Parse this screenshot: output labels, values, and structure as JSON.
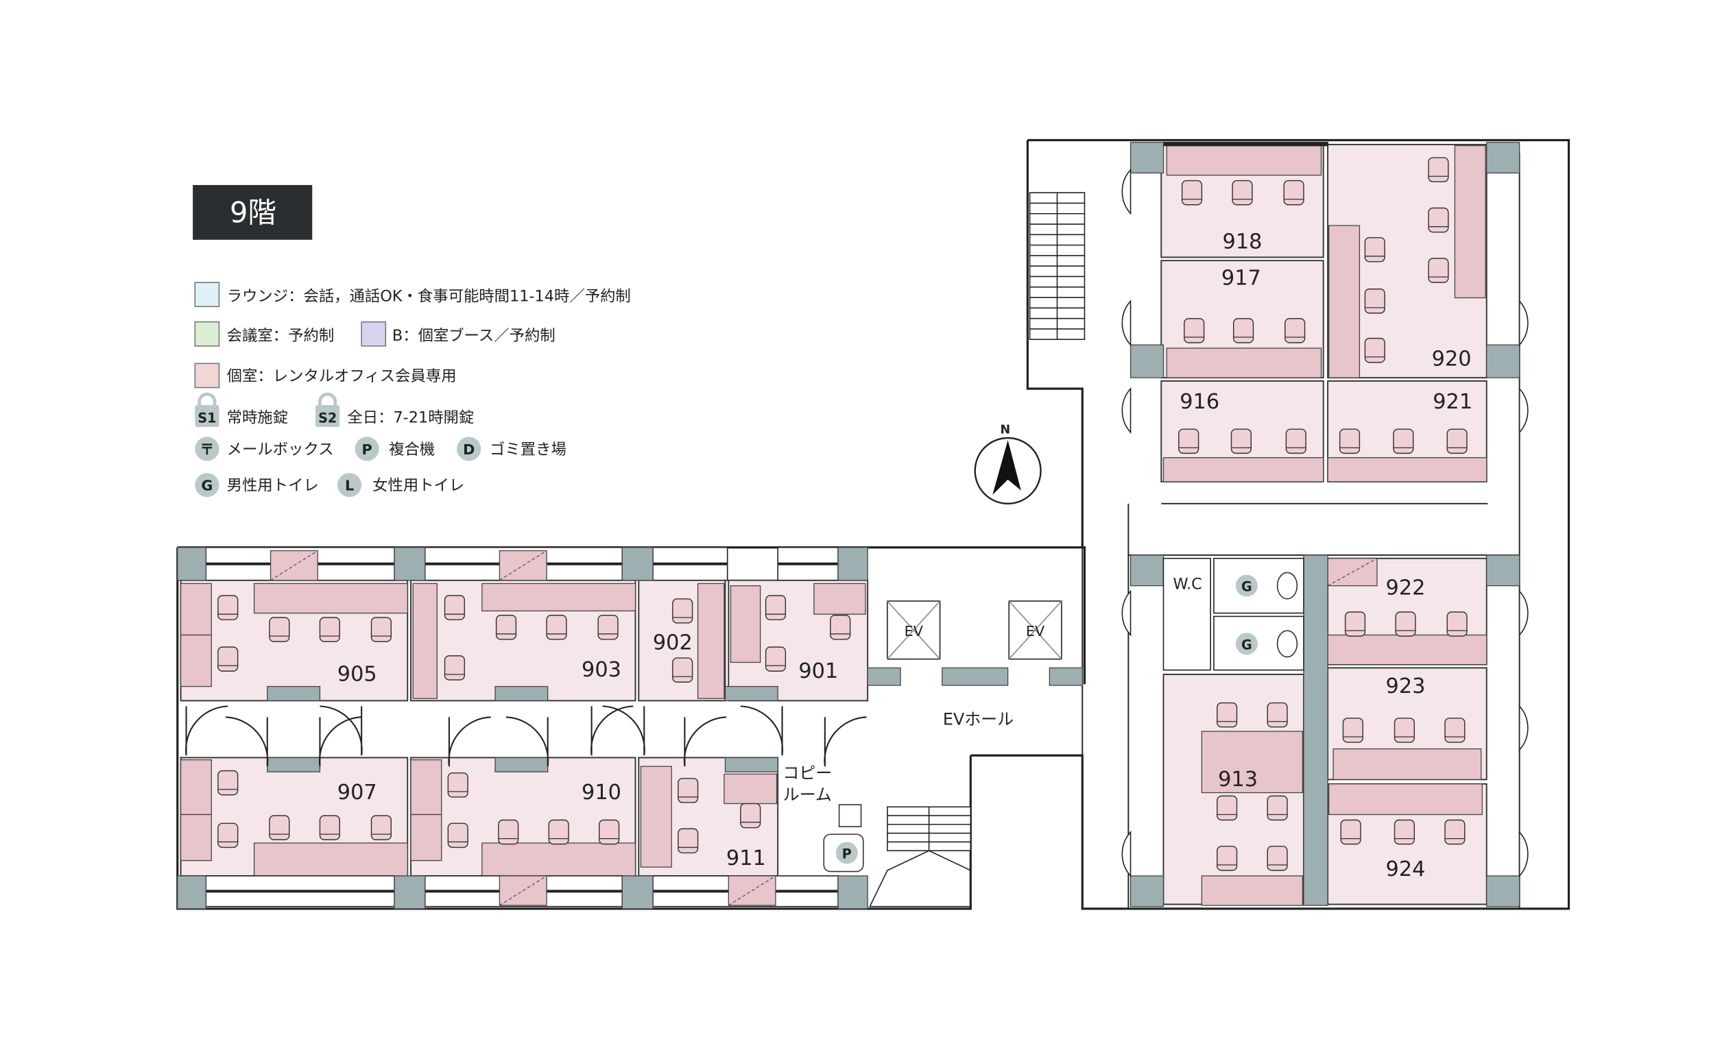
{
  "floor_title": "9階",
  "legend": {
    "lounge": {
      "text": "ラウンジ：会話，通話OK・食事可能時間11-14時／予約制",
      "color": "#dff0f7"
    },
    "meeting": {
      "text": "会議室：予約制",
      "color": "#dcefd4"
    },
    "booth": {
      "text": "B：個室ブース／予約制",
      "color": "#dad3ef"
    },
    "private": {
      "text": "個室：レンタルオフィス会員専用",
      "color": "#f1d6d5"
    },
    "s1": {
      "badge": "S1",
      "text": "常時施錠"
    },
    "s2": {
      "badge": "S2",
      "text": "全日：7-21時開錠"
    },
    "mailbox": {
      "badge": "〒",
      "text": "メールボックス"
    },
    "printer": {
      "badge": "P",
      "text": "複合機"
    },
    "trash": {
      "badge": "D",
      "text": "ゴミ置き場"
    },
    "men_wc": {
      "badge": "G",
      "text": "男性用トイレ"
    },
    "women_wc": {
      "badge": "L",
      "text": "女性用トイレ"
    }
  },
  "compass": "N",
  "rooms": {
    "r901": "901",
    "r902": "902",
    "r903": "903",
    "r905": "905",
    "r907": "907",
    "r910": "910",
    "r911": "911",
    "r913": "913",
    "r916": "916",
    "r917": "917",
    "r918": "918",
    "r920": "920",
    "r921": "921",
    "r922": "922",
    "r923": "923",
    "r924": "924"
  },
  "areas": {
    "ev1": "EV",
    "ev2": "EV",
    "ev_hall": "EVホール",
    "copy_room_line1": "コピー",
    "copy_room_line2": "ルーム",
    "wc": "W.C",
    "g1": "G",
    "g2": "G",
    "printer_badge": "P"
  }
}
